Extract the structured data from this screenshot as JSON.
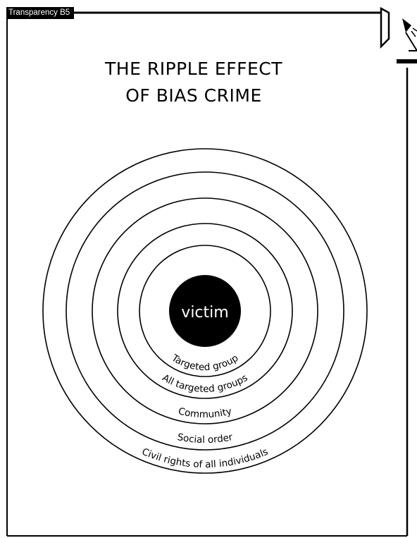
{
  "tag": "Transparency B5",
  "title": {
    "line1": "THE RIPPLE EFFECT",
    "line2": "OF BIAS CRIME"
  },
  "center_label": "victim",
  "rings": [
    "Targeted group",
    "All targeted groups",
    "Community",
    "Social order",
    "Civil rights of all individuals"
  ],
  "colors": {
    "ink": "#000000",
    "paper": "#ffffff"
  },
  "icons": [
    "lamp-icon"
  ]
}
